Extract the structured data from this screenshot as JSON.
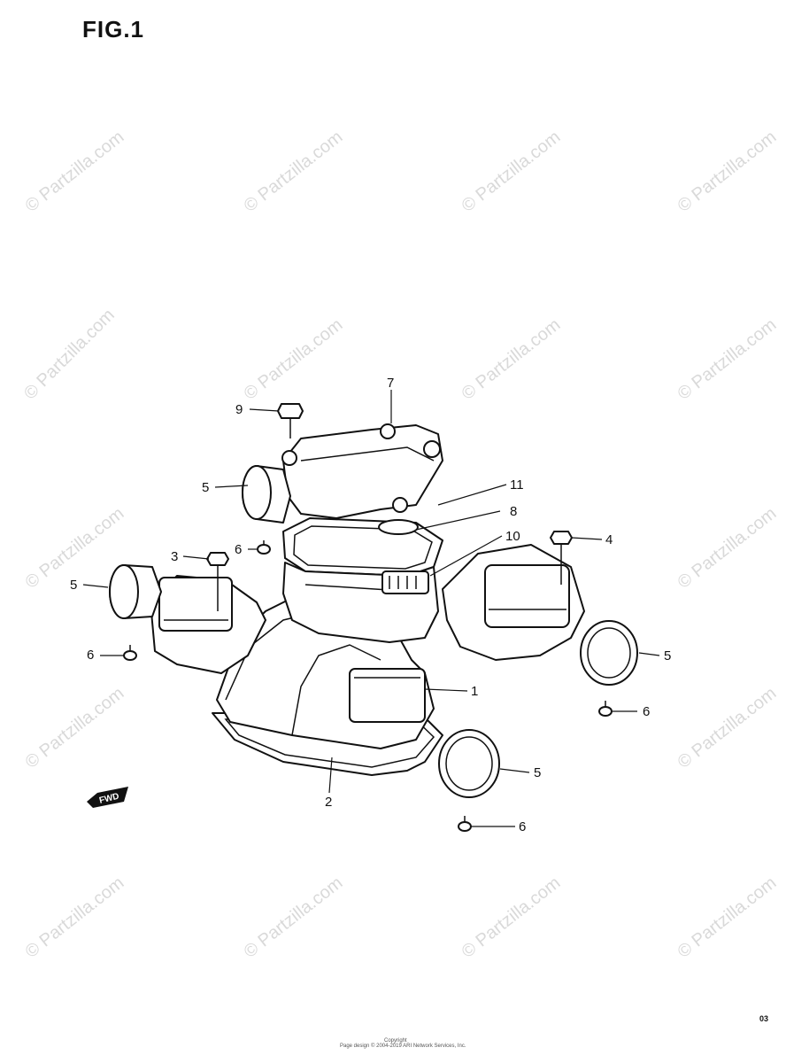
{
  "figure_title": "FIG.1",
  "watermark_text": "© Partzilla.com",
  "fwd_label": "FWD",
  "footer": {
    "line1": "Copyright",
    "line2": "Page design © 2004-2019 ARI Network Services, Inc."
  },
  "corner_mark": "03",
  "callouts": [
    {
      "id": "c7",
      "label": "7"
    },
    {
      "id": "c9",
      "label": "9"
    },
    {
      "id": "c5a",
      "label": "5"
    },
    {
      "id": "c11",
      "label": "11"
    },
    {
      "id": "c8",
      "label": "8"
    },
    {
      "id": "c6a",
      "label": "6"
    },
    {
      "id": "c3",
      "label": "3"
    },
    {
      "id": "c10",
      "label": "10"
    },
    {
      "id": "c4",
      "label": "4"
    },
    {
      "id": "c5b",
      "label": "5"
    },
    {
      "id": "c6b",
      "label": "6"
    },
    {
      "id": "c1",
      "label": "1"
    },
    {
      "id": "c5c",
      "label": "5"
    },
    {
      "id": "c6c",
      "label": "6"
    },
    {
      "id": "c2",
      "label": "2"
    },
    {
      "id": "c5d",
      "label": "5"
    },
    {
      "id": "c6d",
      "label": "6"
    }
  ]
}
